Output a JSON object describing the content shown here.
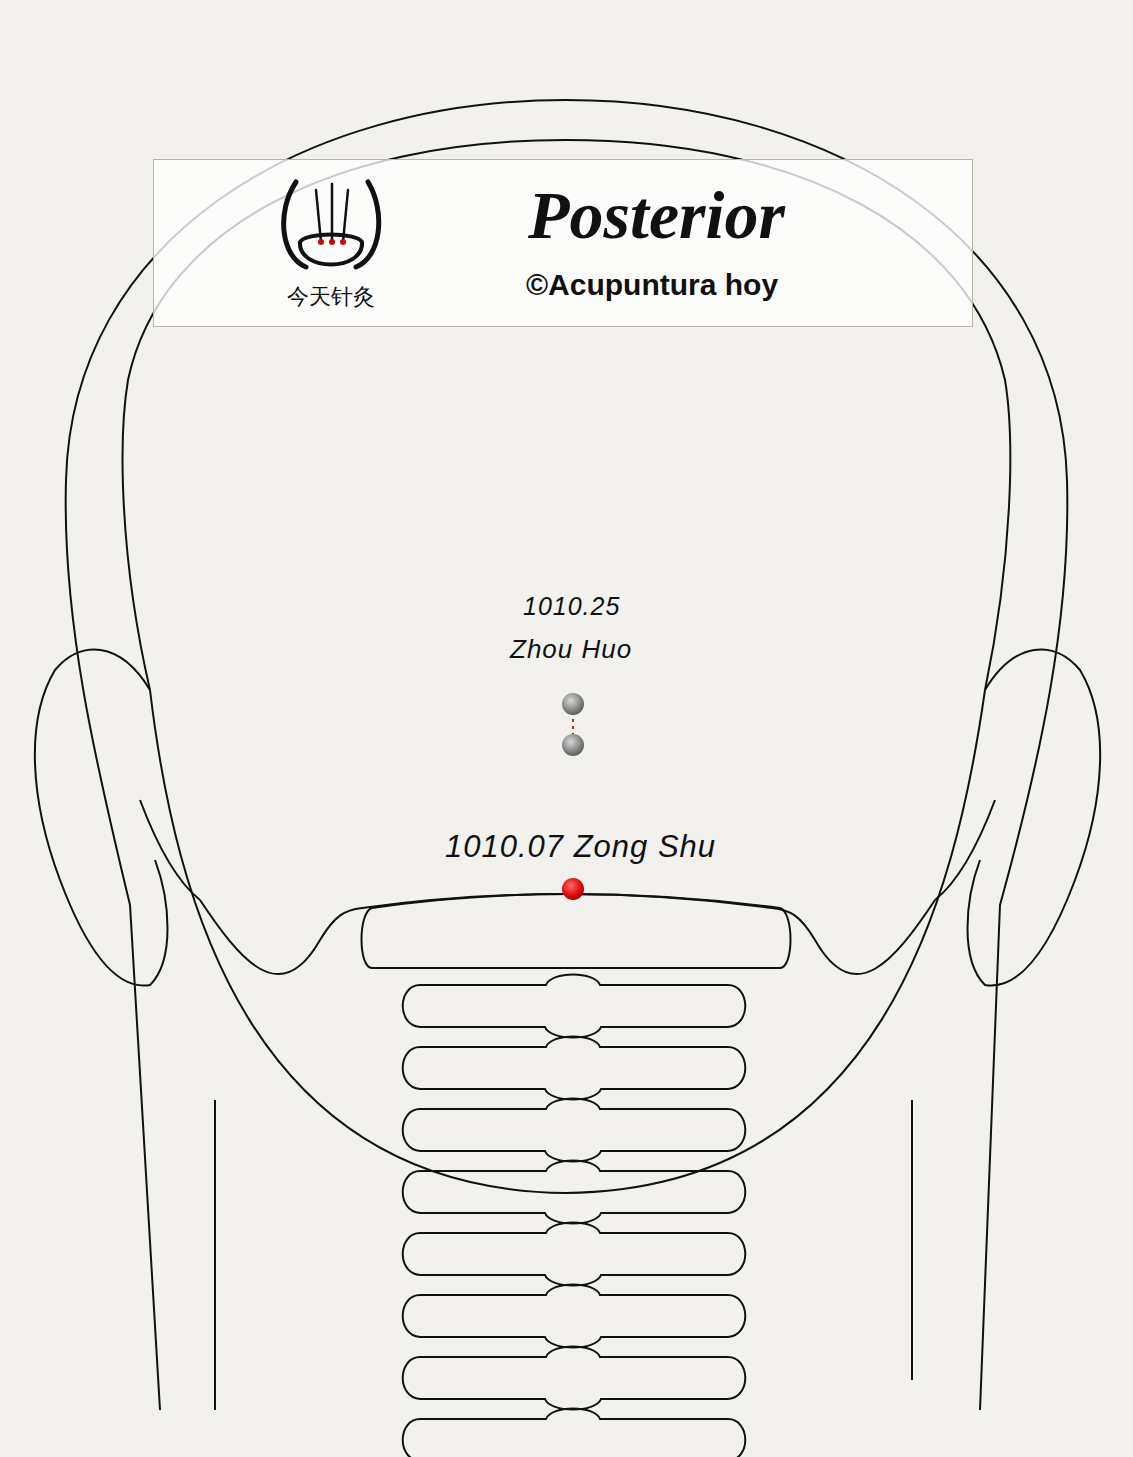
{
  "diagram": {
    "nodes": [
      {
        "text": [
          "今天针灸",
          "Posterior",
          "©Acupuntura hoy"
        ]
      }
    ],
    "labels": [
      "1010.25",
      "Zhou Huo",
      "1010.07 Zong Shu"
    ]
  }
}
